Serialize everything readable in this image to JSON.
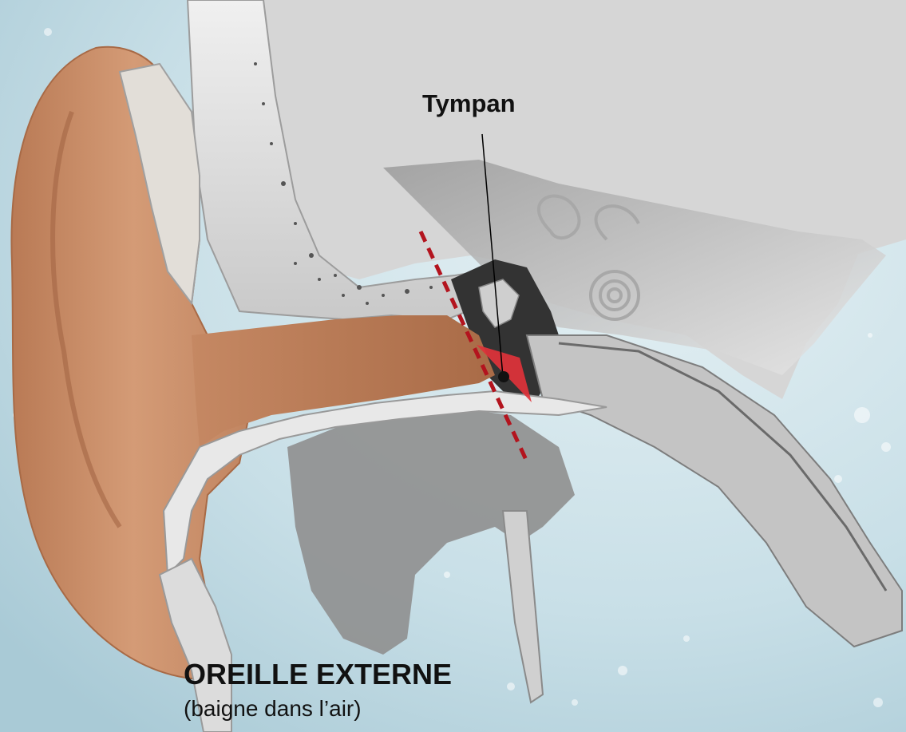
{
  "labels": {
    "eardrum": "Tympan",
    "region_title": "OREILLE EXTERNE",
    "region_subtitle": "(baigne dans l’air)"
  },
  "colors": {
    "background": "#cfe3ea",
    "skin": "#c98c67",
    "skin_dark": "#a56a48",
    "bone": "#e6e6e6",
    "bone_shadow": "#bdbdbd",
    "cavity": "#3a3a3a",
    "eardrum_fill": "#e0323a",
    "dashed_line": "#b3141e",
    "text": "#111111"
  },
  "icons": {
    "eardrum_marker": "dot-marker",
    "eardrum_plane": "dashed-line"
  }
}
